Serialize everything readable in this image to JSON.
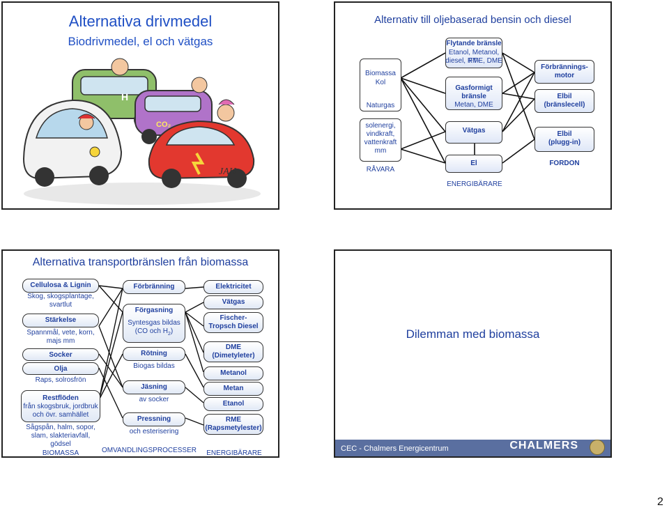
{
  "slide1": {
    "title": "Alternativa drivmedel",
    "subtitle": "Biodrivmedel, el och vätgas",
    "car_h_label": "H",
    "car_co2_label": "CO₂",
    "signature": "JAH"
  },
  "slide2": {
    "title": "Alternativ till oljebaserad bensin och diesel",
    "sources": {
      "biomassa": "Biomassa",
      "kol": "Kol",
      "naturgas": "Naturgas",
      "solenergi": "solenergi,",
      "vindkraft": "vindkraft,",
      "vattenkraft": "vattenkraft",
      "mm": "mm"
    },
    "raw_label": "RÅVARA",
    "carriers": {
      "flytande_title": "Flytande bränsle",
      "flytande_l1": "Etanol, Metanol, FT-",
      "flytande_l2": "diesel, RME, DME",
      "gas_t1": "Gasformigt",
      "gas_t2": "bränsle",
      "gas_sub": "Metan, DME",
      "vatgas": "Vätgas",
      "el": "El"
    },
    "carrier_label": "ENERGIBÄRARE",
    "vehicles": {
      "forbr_1": "Förbrännings-",
      "forbr_2": "motor",
      "elbil_fc_1": "Elbil",
      "elbil_fc_2": "(bränslecell)",
      "elbil_p_1": "Elbil",
      "elbil_p_2": "(plugg-in)"
    },
    "vehicle_label": "FORDON"
  },
  "slide3": {
    "title": "Alternativa transportbränslen från biomassa",
    "col1": {
      "cellulosa": "Cellulosa & Lignin",
      "skog_1": "Skog, skogsplantage,",
      "skog_2": "svartlut",
      "starkelse": "Stärkelse",
      "spann_1": "Spannmål, vete, korn,",
      "spann_2": "majs mm",
      "socker": "Socker",
      "olja": "Olja",
      "raps": "Raps, solrosfrön",
      "restfl": "Restflöden",
      "restfl_1": "från skogsbruk, jordbruk",
      "restfl_2": "och övr. samhället",
      "sag_1": "Sågspån, halm, sopor,",
      "sag_2": "slam, slakteriavfall,",
      "sag_3": "gödsel",
      "footer": "BIOMASSA"
    },
    "col2": {
      "forbranning": "Förbränning",
      "forgasning": "Förgasning",
      "syn_1": "Syntesgas bildas",
      "syn_2a": "(CO och H",
      "syn_sub": "2",
      "syn_2b": ")",
      "rotning": "Rötning",
      "biogas": "Biogas bildas",
      "jasning": "Jäsning",
      "avsocker": "av socker",
      "pressning": "Pressning",
      "ester": "och esterisering",
      "footer": "OMVANDLINGSPROCESSER"
    },
    "col3": {
      "elektricitet": "Elektricitet",
      "vatgas": "Vätgas",
      "ft_1": "Fischer-",
      "ft_2": "Tropsch Diesel",
      "dme_1": "DME",
      "dme_2": "(Dimetyleter)",
      "metanol": "Metanol",
      "metan": "Metan",
      "etanol": "Etanol",
      "rme_1": "RME",
      "rme_2": "(Rapsmetylester)",
      "footer": "ENERGIBÄRARE"
    }
  },
  "slide4": {
    "title": "Dilemman med biomassa",
    "footer_text": "CEC - Chalmers Energicentrum",
    "logo_text": "CHALMERS"
  },
  "page_number": "2"
}
